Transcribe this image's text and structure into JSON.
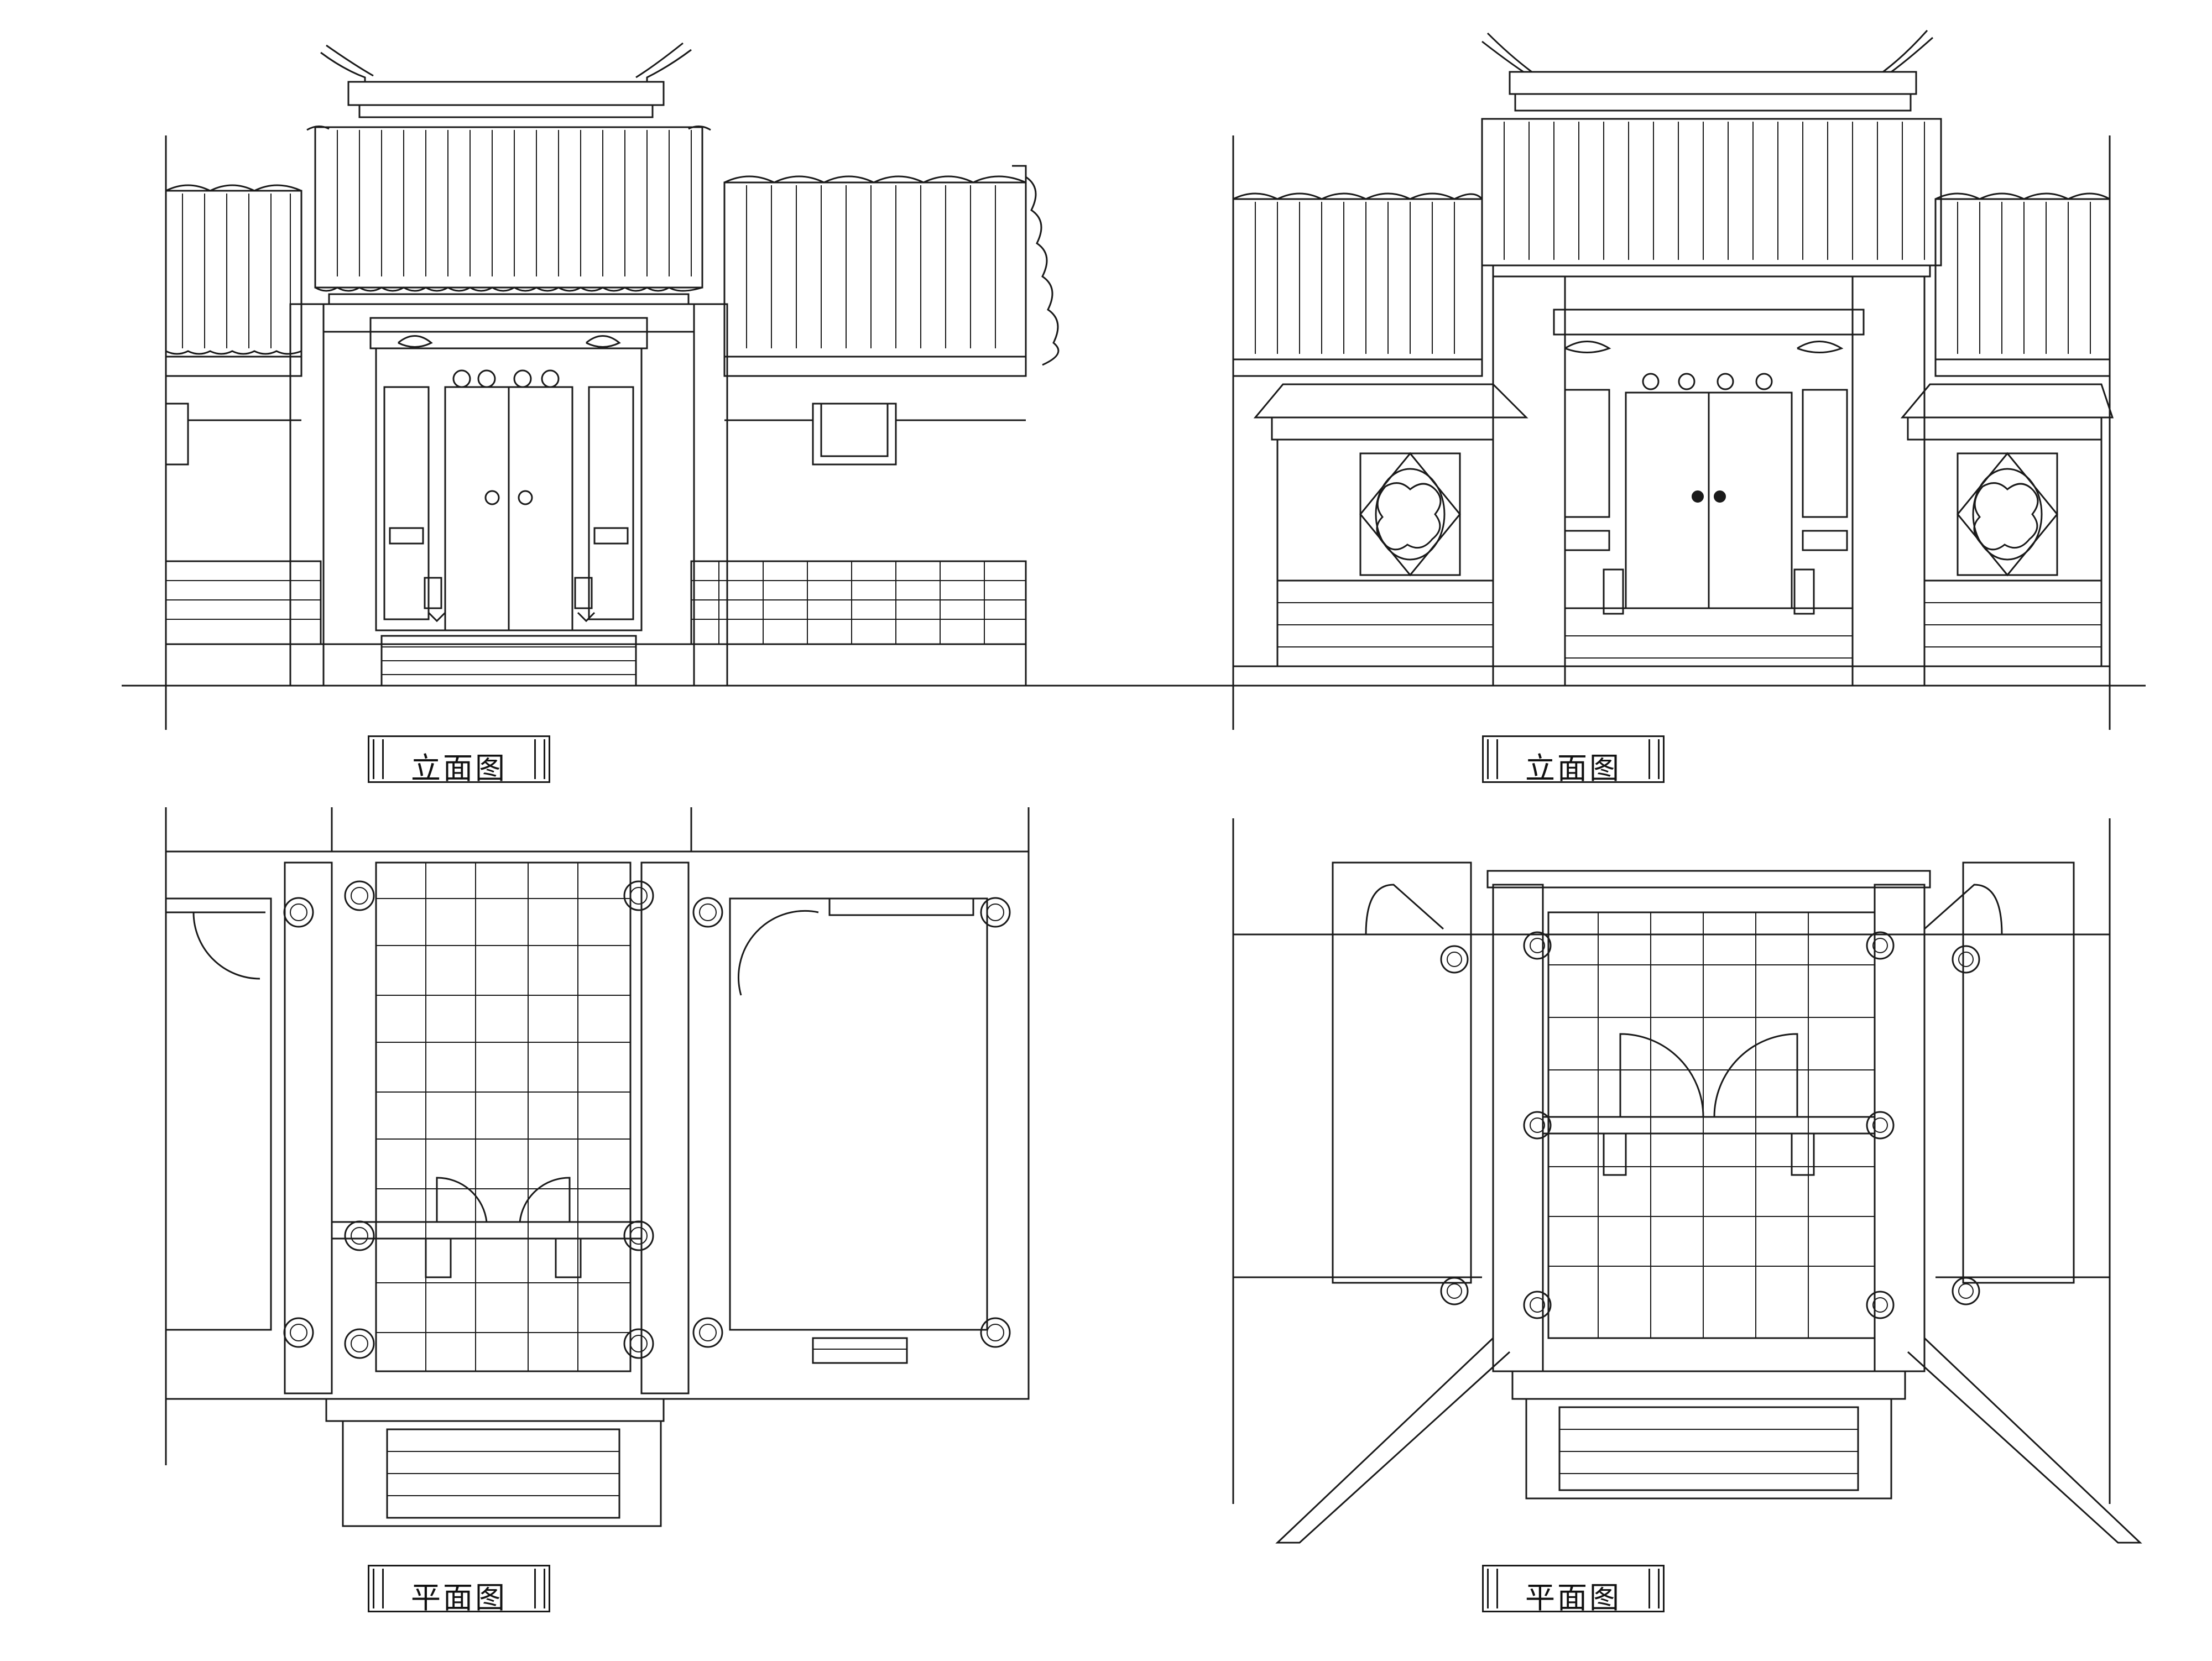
{
  "drawing": {
    "panels": [
      {
        "id": "elevation-1",
        "label": "立面图"
      },
      {
        "id": "elevation-2",
        "label": "立面图"
      },
      {
        "id": "plan-1",
        "label": "平面图"
      },
      {
        "id": "plan-2",
        "label": "平面图"
      }
    ]
  }
}
